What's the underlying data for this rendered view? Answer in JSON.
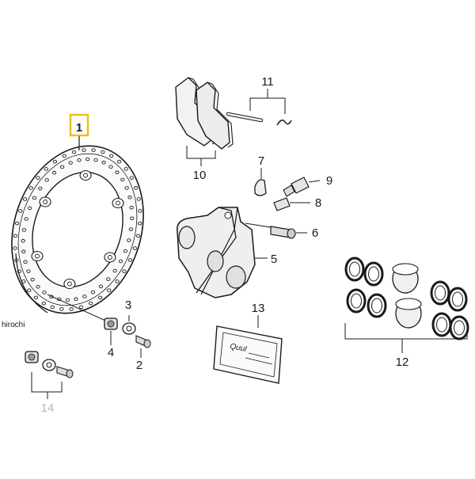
{
  "callouts": {
    "n1": "1",
    "n2": "2",
    "n3": "3",
    "n4": "4",
    "n5": "5",
    "n6": "6",
    "n7": "7",
    "n8": "8",
    "n9": "9",
    "n10": "10",
    "n11": "11",
    "n12": "12",
    "n13": "13",
    "n14": "14"
  },
  "watermark": "hirochi",
  "label_sheet": {
    "text": "Quul"
  },
  "colors": {
    "stroke": "#1a1a1a",
    "part_fill": "#f2f2f2",
    "part_shade": "#cfcfcf",
    "highlight_box": "#e8c21a",
    "muted_label": "#b0b8c4"
  }
}
